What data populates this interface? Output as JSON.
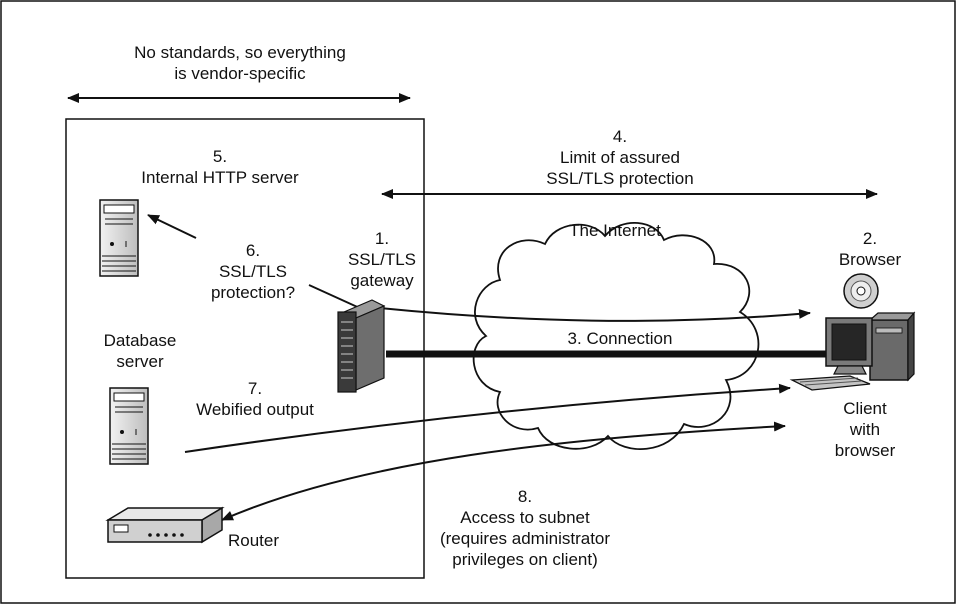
{
  "top_note": {
    "line1": "No standards, so everything",
    "line2": "is vendor-specific"
  },
  "limit_label": {
    "line1": "4.",
    "line2": "Limit of assured",
    "line3": "SSL/TLS protection"
  },
  "internal_server": {
    "line1": "5.",
    "line2": "Internal HTTP server"
  },
  "gateway": {
    "line1": "1.",
    "line2": "SSL/TLS",
    "line3": "gateway"
  },
  "internet_label": "The Internet",
  "browser": {
    "line1": "2.",
    "line2": "Browser"
  },
  "protection_question": {
    "line1": "6.",
    "line2": "SSL/TLS",
    "line3": "protection?"
  },
  "connection_label": "3. Connection",
  "database_server": {
    "line1": "Database",
    "line2": "server"
  },
  "webified_output": {
    "line1": "7.",
    "line2": "Webified output"
  },
  "client": {
    "line1": "Client",
    "line2": "with",
    "line3": "browser"
  },
  "subnet_access": {
    "line1": "8.",
    "line2": "Access to subnet",
    "line3": "(requires administrator",
    "line4": "privileges on client)"
  },
  "router_label": "Router",
  "icons": [
    "server-icon",
    "gateway-server-icon",
    "cloud-icon",
    "cd-icon",
    "client-computer-icon",
    "router-icon"
  ],
  "colors": {
    "ink": "#111111",
    "device_fill": "#d9d9d9",
    "device_dark": "#555555"
  }
}
